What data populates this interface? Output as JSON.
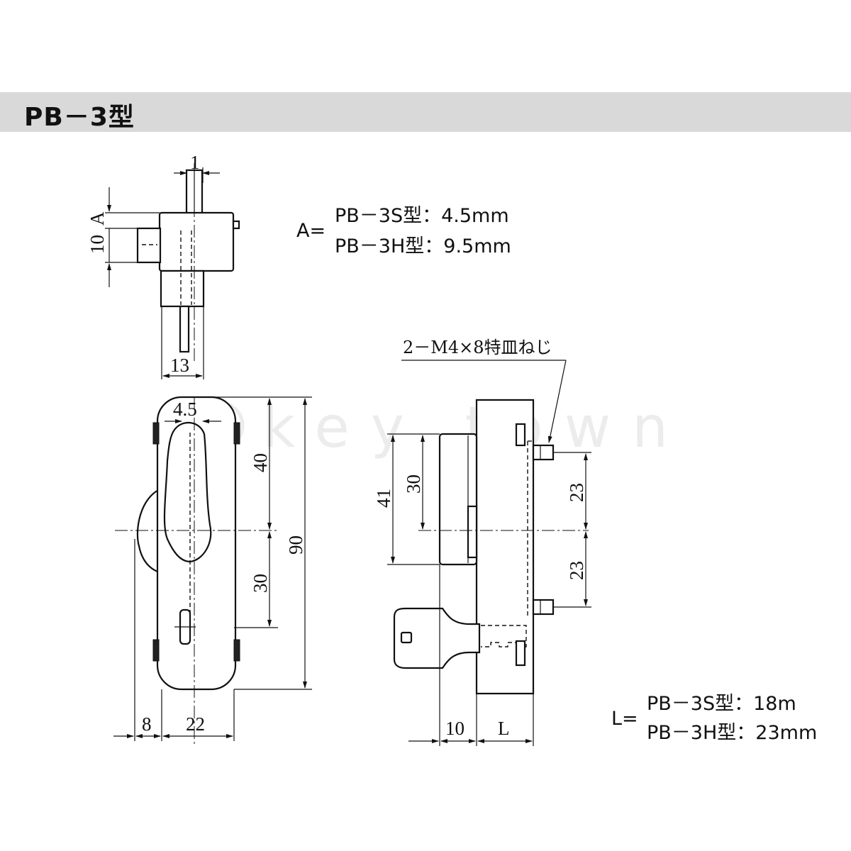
{
  "header": {
    "title": "PB－3型"
  },
  "watermark": {
    "text": "key town"
  },
  "top_view": {
    "dim_1": "1",
    "dim_10": "10",
    "dim_A": "A",
    "dim_13": "13"
  },
  "spec_A": {
    "prefix": "A=",
    "line1": "PB－3S型：4.5mm",
    "line2": "PB－3H型：9.5mm"
  },
  "front_view": {
    "dim_4_5": "4.5",
    "dim_40": "40",
    "dim_30": "30",
    "dim_90": "90",
    "dim_8": "8",
    "dim_22": "22"
  },
  "side_view": {
    "screw_note": "2－M4×8特皿ねじ",
    "dim_41": "41",
    "dim_30": "30",
    "dim_23_upper": "23",
    "dim_23_lower": "23",
    "dim_10": "10",
    "dim_L": "L"
  },
  "spec_L": {
    "prefix": "L=",
    "line1": "PB－3S型：18m",
    "line2": "PB－3H型：23mm"
  }
}
